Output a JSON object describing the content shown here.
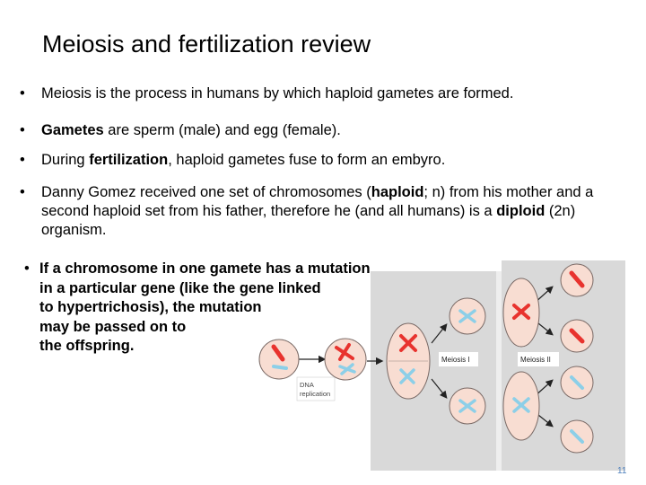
{
  "slide": {
    "title": "Meiosis and fertilization review",
    "bullets": [
      {
        "parts": [
          {
            "text": "Meiosis is the process in humans by which haploid gametes are formed.",
            "bold": false
          }
        ]
      },
      {
        "parts": [
          {
            "text": "Gametes",
            "bold": true
          },
          {
            "text": " are sperm (male) and egg (female).",
            "bold": false
          }
        ]
      },
      {
        "parts": [
          {
            "text": "During ",
            "bold": false
          },
          {
            "text": "fertilization",
            "bold": true
          },
          {
            "text": ", haploid gametes fuse to form an embyro.",
            "bold": false
          }
        ]
      },
      {
        "parts": [
          {
            "text": "Danny Gomez received one set of chromosomes (",
            "bold": false
          },
          {
            "text": "haploid",
            "bold": true
          },
          {
            "text": "; n) from his mother and a second haploid set from his father, therefore he (and all humans) is a ",
            "bold": false
          },
          {
            "text": "diploid",
            "bold": true
          },
          {
            "text": " (2n) organism.",
            "bold": false
          }
        ]
      }
    ],
    "mutation_bullet_lines": [
      "If a chromosome in one gamete has a mutation",
      "in a particular gene (like the gene linked",
      "to hypertrichosis), the mutation",
      "may be passed on to",
      "the offspring."
    ],
    "bullet_symbol": "•",
    "page_number": "11"
  },
  "diagram": {
    "label_dna_replication_1": "DNA",
    "label_dna_replication_2": "replication",
    "label_meiosis_1": "Meiosis I",
    "label_meiosis_2": "Meiosis II",
    "colors": {
      "red": "#e8332e",
      "blue": "#8ccfe8",
      "cell_fill": "#f8ddd2",
      "cell_edge": "#7a6a66",
      "panel": "#d9d9d9"
    }
  }
}
